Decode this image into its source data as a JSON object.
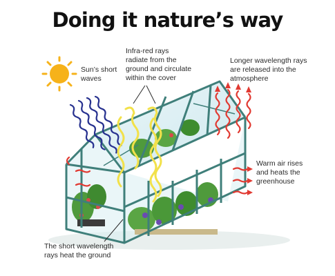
{
  "title": "Doing it nature’s way",
  "labels": {
    "sun": [
      "Sun’s short",
      "waves"
    ],
    "infrared": [
      "Infra-red rays",
      "radiate from the",
      "ground and circulate",
      "within the cover"
    ],
    "longer": [
      "Longer wavelength rays",
      "are released into the",
      "atmosphere"
    ],
    "warm": [
      "Warm air rises",
      "and heats the",
      "greenhouse"
    ],
    "short": [
      "The short wavelength",
      "rays heat the ground"
    ]
  },
  "colors": {
    "sun": "#f6b21a",
    "short_wave": "#27318f",
    "infrared": "#f2e14a",
    "hot": "#e13a32",
    "frame": "#3f7f7a",
    "glass": "#cfe9ef"
  }
}
